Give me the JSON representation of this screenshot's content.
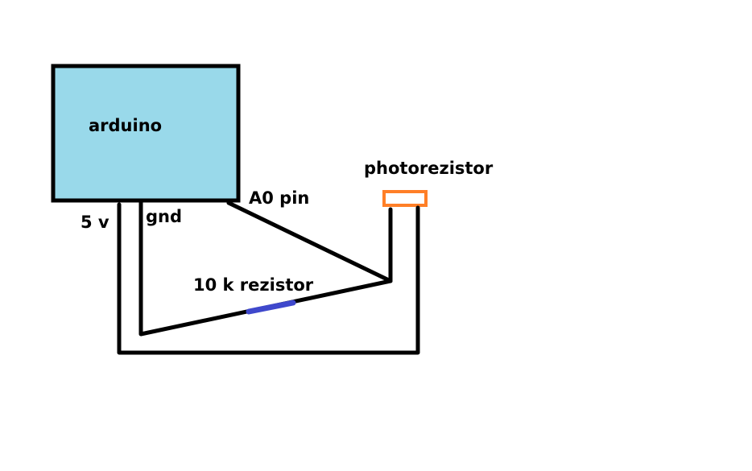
{
  "title": "Arduino photoresistor circuit",
  "colors": {
    "board_fill": "#99d9ea",
    "wire": "#000000",
    "photoresistor": "#ff7f27",
    "resistor": "#3f48cc"
  },
  "components": {
    "arduino": {
      "label": "arduino"
    },
    "photoresistor": {
      "label": "photorezistor"
    },
    "resistor": {
      "label": "10 k rezistor"
    }
  },
  "pins": {
    "five_v": "5 v",
    "gnd": "gnd",
    "a0": "A0 pin"
  }
}
